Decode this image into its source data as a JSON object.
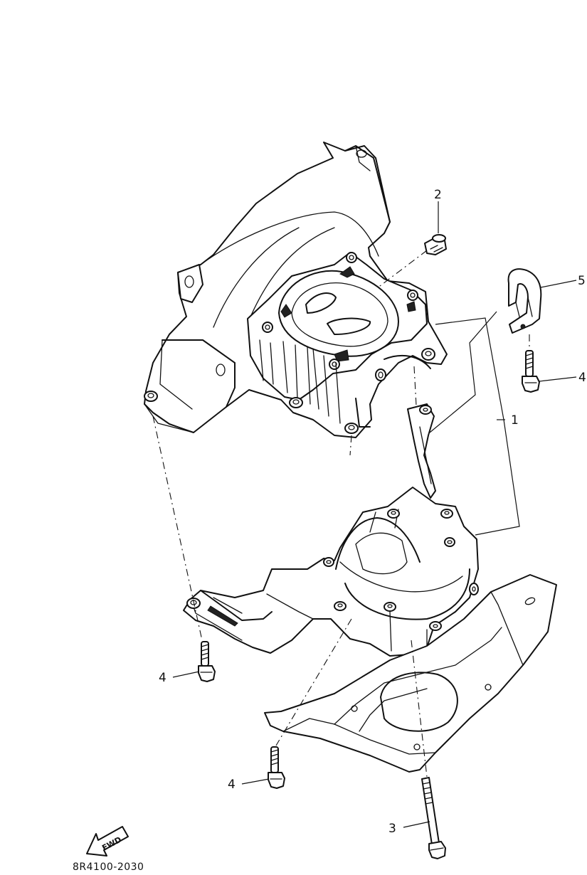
{
  "callouts": {
    "c1": "1",
    "c2": "2",
    "c3": "3",
    "c4a": "4",
    "c4b": "4",
    "c4c": "4",
    "c5": "5"
  },
  "fwd_label": "FWD",
  "drawing_code": "8R4100-2030"
}
